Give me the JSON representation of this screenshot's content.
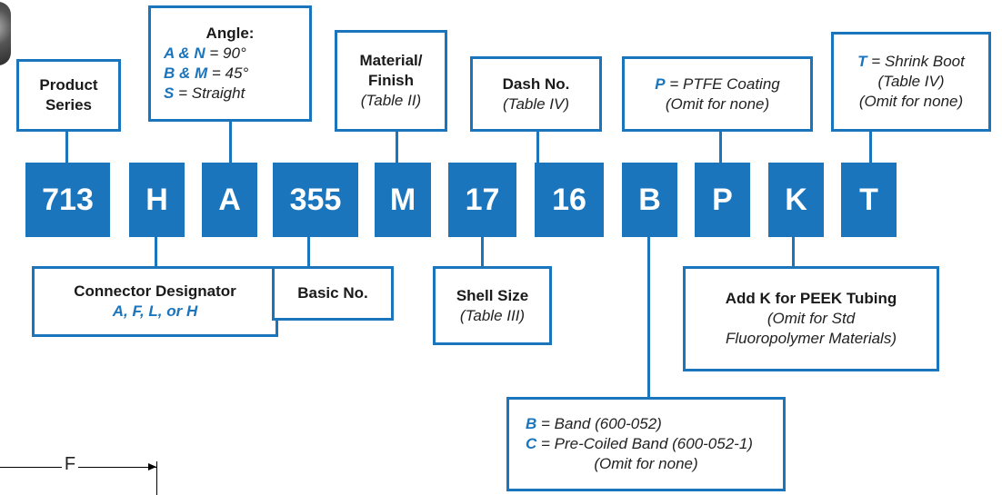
{
  "code_blocks": [
    "713",
    "H",
    "A",
    "355",
    "M",
    "17",
    "16",
    "B",
    "P",
    "K",
    "T"
  ],
  "product_series": {
    "line1": "Product",
    "line2": "Series"
  },
  "angle": {
    "title": "Angle:",
    "opt1_code": "A & N",
    "opt1_desc": "= 90°",
    "opt2_code": "B & M",
    "opt2_desc": "= 45°",
    "opt3_code": "S",
    "opt3_desc": "= Straight"
  },
  "material": {
    "line1": "Material/",
    "line2": "Finish",
    "line3": "(Table II)"
  },
  "dash": {
    "title": "Dash No.",
    "sub": "(Table IV)"
  },
  "ptfe": {
    "code": "P",
    "desc": "= PTFE Coating",
    "sub": "(Omit for none)"
  },
  "shrink": {
    "code": "T",
    "desc": "= Shrink Boot",
    "sub1": "(Table IV)",
    "sub2": "(Omit for none)"
  },
  "connector": {
    "title": "Connector Designator",
    "options": "A, F, L, or H"
  },
  "basic": {
    "title": "Basic No."
  },
  "shell": {
    "title": "Shell Size",
    "sub": "(Table III)"
  },
  "peek": {
    "title": "Add K for PEEK Tubing",
    "sub1": "(Omit for Std",
    "sub2": "Fluoropolymer Materials)"
  },
  "band": {
    "opt1_code": "B",
    "opt1_desc": "= Band (600-052)",
    "opt2_code": "C",
    "opt2_desc": "= Pre-Coiled Band (600-052-1)",
    "sub": "(Omit for none)"
  },
  "dimension": {
    "label": "F"
  }
}
